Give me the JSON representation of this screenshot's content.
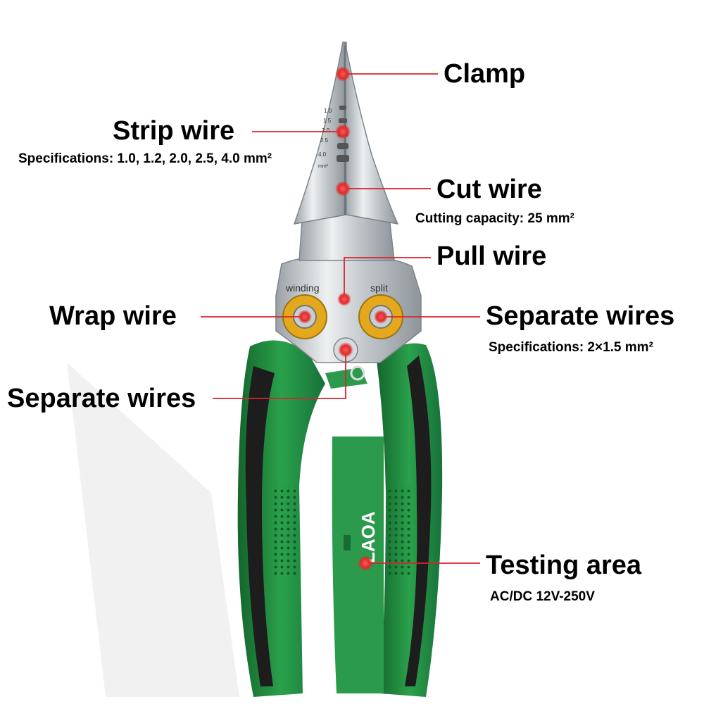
{
  "brand": "LAOA",
  "colors": {
    "handle_green": "#1f8a3f",
    "handle_dark": "#1d1d1d",
    "steel": "#c7ccd0",
    "bushing_yellow": "#e3a81c",
    "callout_red": "#d9232b"
  },
  "tool_markings": {
    "winding": "winding",
    "split": "split",
    "gauge_1": "1.0",
    "gauge_2": "1.5",
    "gauge_3": "2.0",
    "gauge_4": "2.5",
    "gauge_5": "4.0",
    "gauge_unit": "mm²"
  },
  "callouts": {
    "clamp": {
      "title": "Clamp"
    },
    "strip_wire": {
      "title": "Strip wire",
      "spec": "Specifications: 1.0, 1.2, 2.0, 2.5, 4.0 mm²"
    },
    "cut_wire": {
      "title": "Cut wire",
      "spec": "Cutting capacity: 25 mm²"
    },
    "pull_wire": {
      "title": "Pull wire"
    },
    "wrap_wire": {
      "title": "Wrap wire"
    },
    "separate_wires_right": {
      "title": "Separate wires",
      "spec": "Specifications: 2×1.5 mm²"
    },
    "separate_wires_left": {
      "title": "Separate wires"
    },
    "testing_area": {
      "title": "Testing area",
      "spec": "AC/DC 12V-250V"
    }
  }
}
